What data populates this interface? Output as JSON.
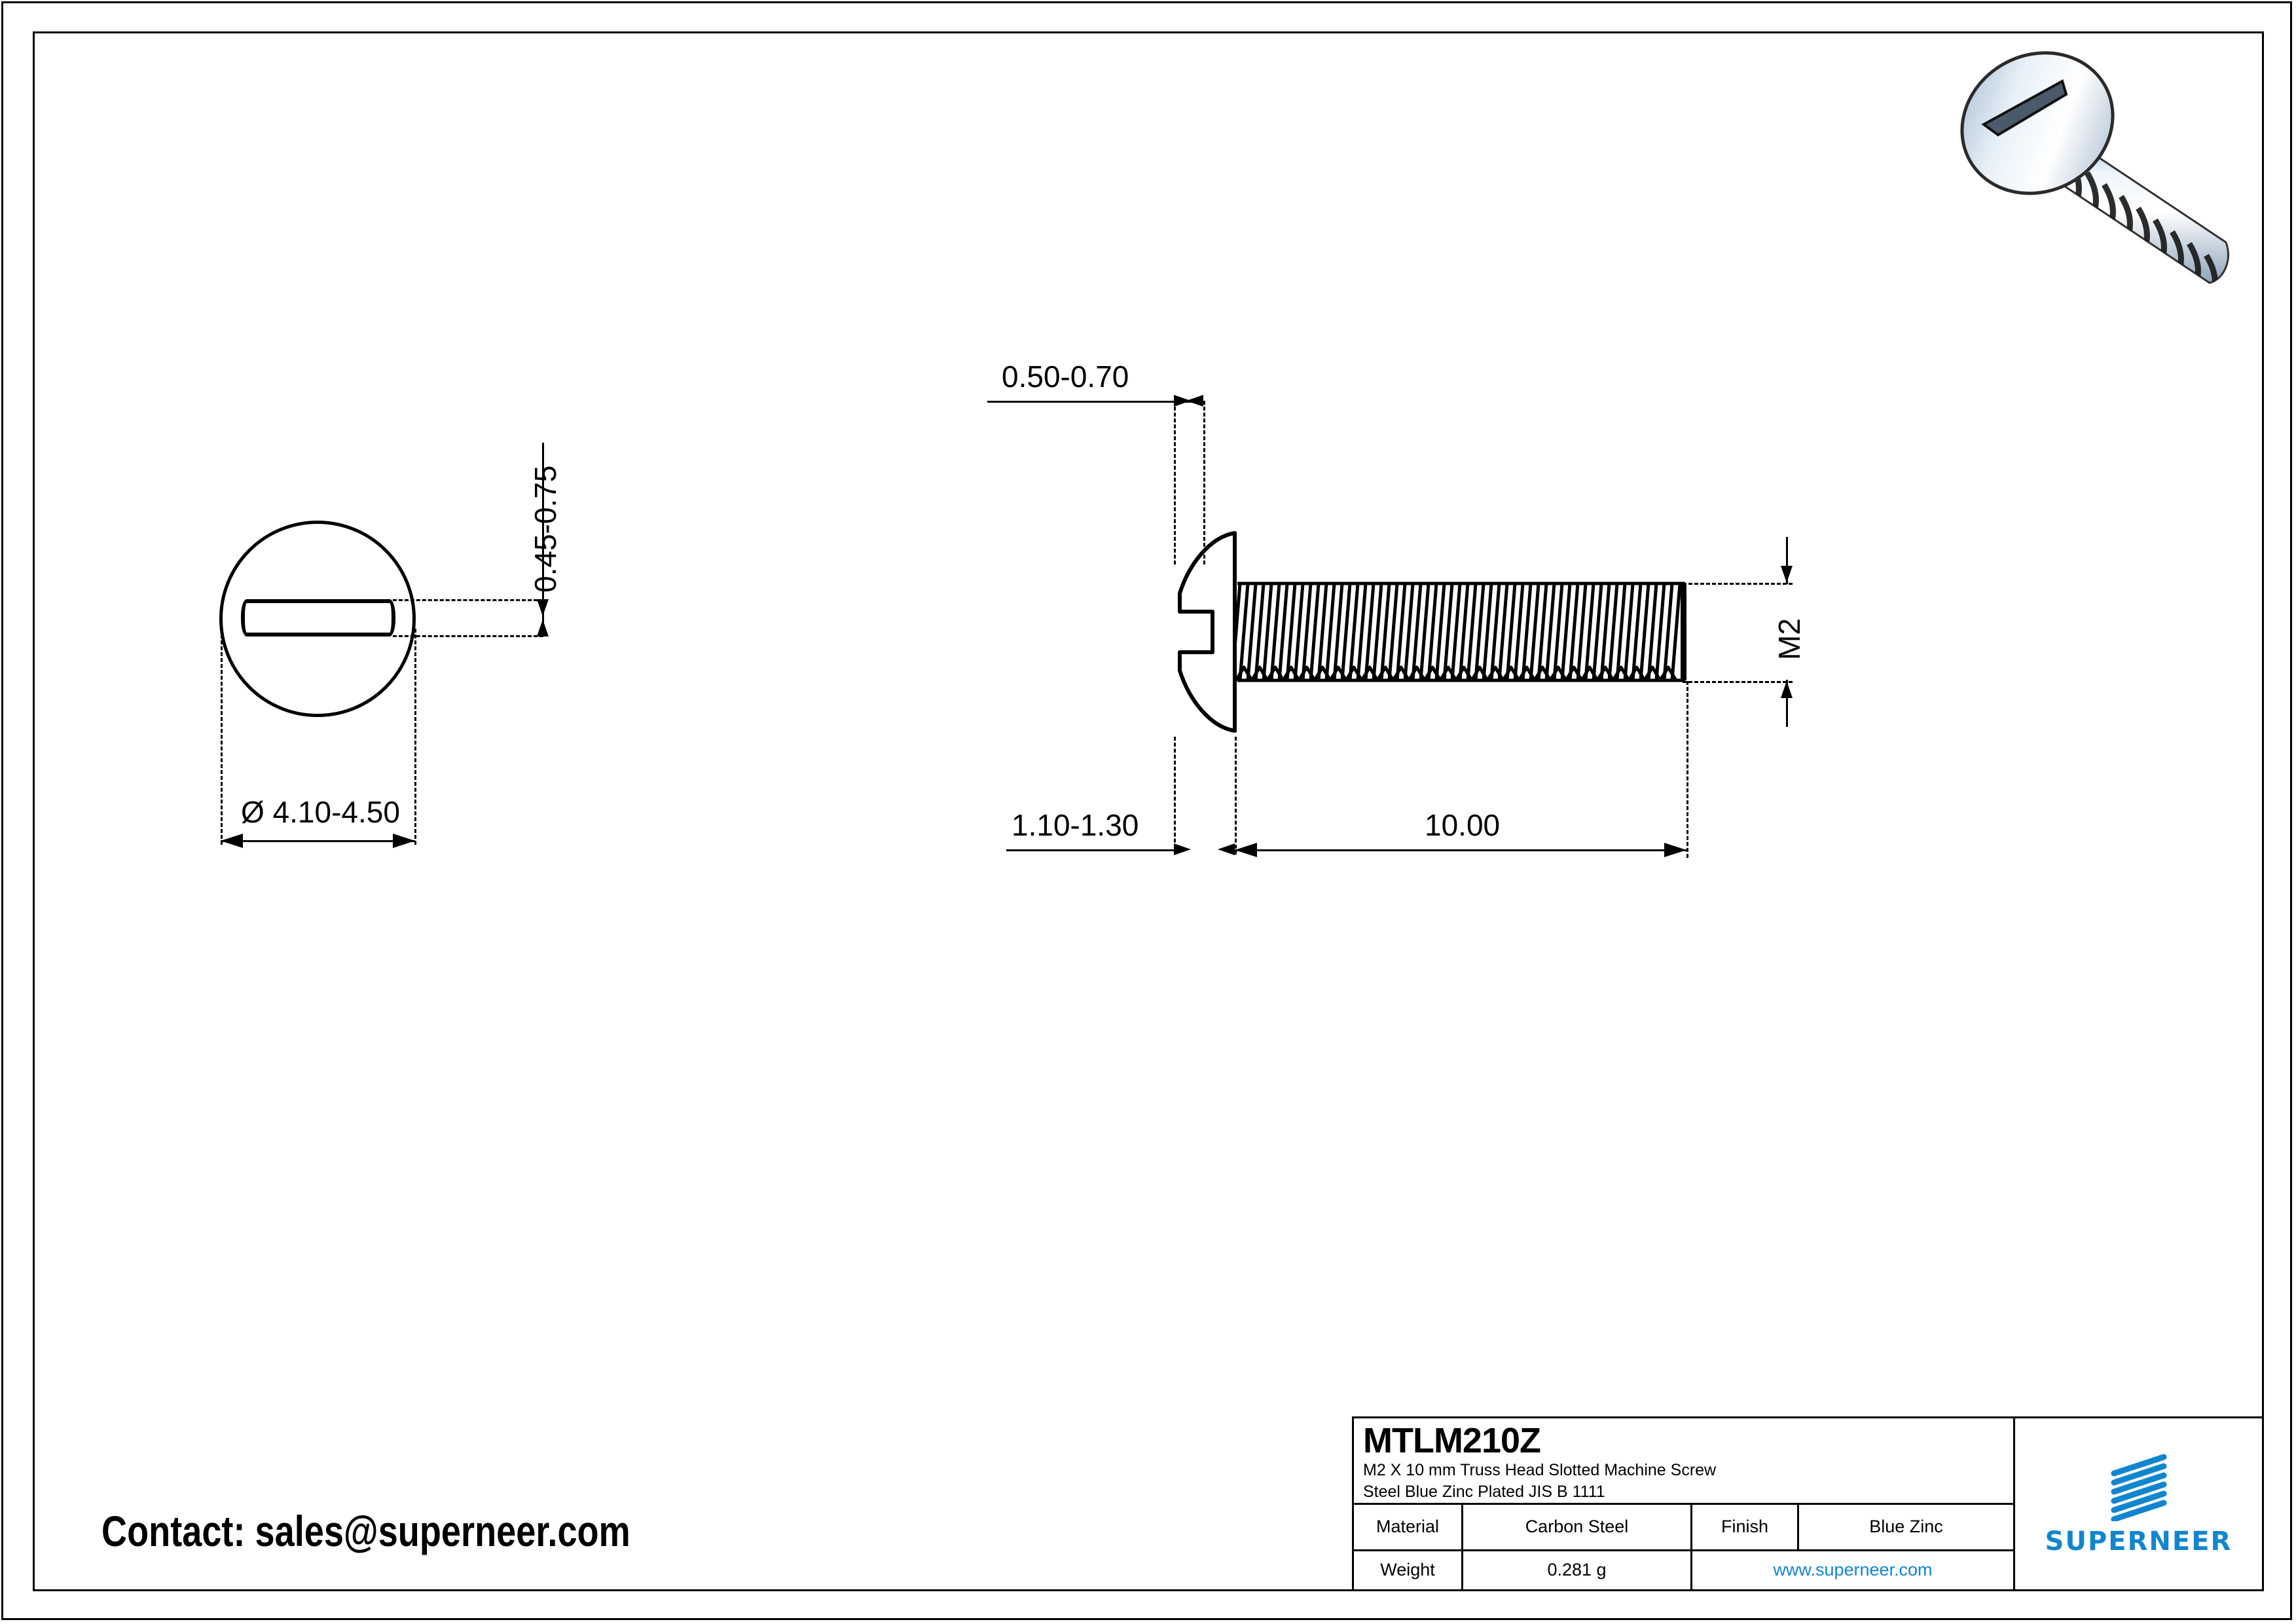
{
  "sheet": {
    "contact": "Contact: sales@superneer.com"
  },
  "front_view": {
    "diameter_dim": "Ø 4.10-4.50",
    "slot_depth_dim": "0.45-0.75"
  },
  "side_view": {
    "slot_width_dim": "0.50-0.70",
    "head_height_dim": "1.10-1.30",
    "length_dim": "10.00",
    "thread_dim": "M2"
  },
  "title_block": {
    "part_number": "MTLM210Z",
    "description_line1": "M2 X 10 mm  Truss Head Slotted Machine Screw",
    "description_line2": "Steel Blue Zinc Plated JIS B 1111",
    "material_label": "Material",
    "material_value": "Carbon Steel",
    "finish_label": "Finish",
    "finish_value": "Blue Zinc",
    "weight_label": "Weight",
    "weight_value": "0.281 g",
    "website": "www.superneer.com",
    "brand": "SUPERNEER",
    "brand_color": "#1186ce"
  }
}
